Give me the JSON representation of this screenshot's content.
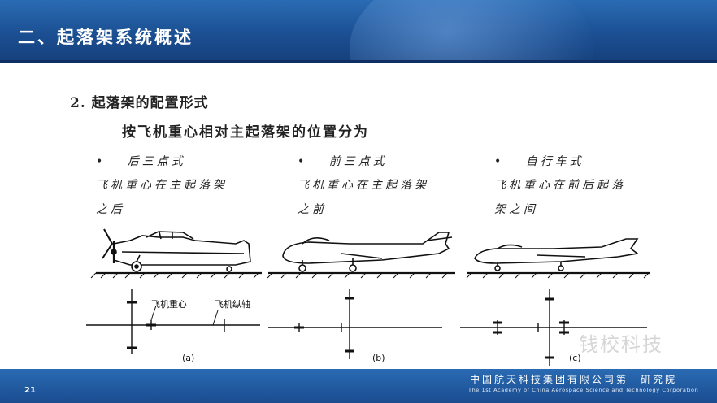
{
  "header": {
    "title": "二、起落架系统概述"
  },
  "content": {
    "subtitle": "2. 起落架的配置形式",
    "lead": "按飞机重心相对主起落架的位置分为",
    "columns": [
      {
        "bullet": "•",
        "name": "后三点式",
        "desc_line1": "飞机重心在主起落架",
        "desc_line2": "之后",
        "diagram_label": "(a)"
      },
      {
        "bullet": "•",
        "name": "前三点式",
        "desc_line1": "飞机重心在主起落架",
        "desc_line2": "之前",
        "diagram_label": "(b)"
      },
      {
        "bullet": "•",
        "name": "自行车式",
        "desc_line1": "飞机重心在前后起落",
        "desc_line2": "架之间",
        "diagram_label": "(c)"
      }
    ],
    "diagram_labels": {
      "cg": "飞机重心",
      "axis": "飞机纵轴"
    }
  },
  "watermark": "钱校科技",
  "footer": {
    "page_number": "21",
    "org_cn": "中国航天科技集团有限公司第一研究院",
    "org_en": "The 1st Academy of China Aerospace Science and Technology Corporation"
  },
  "colors": {
    "header_blue": "#1b4f92",
    "footer_blue": "#1a4c8f",
    "text": "#222222"
  }
}
